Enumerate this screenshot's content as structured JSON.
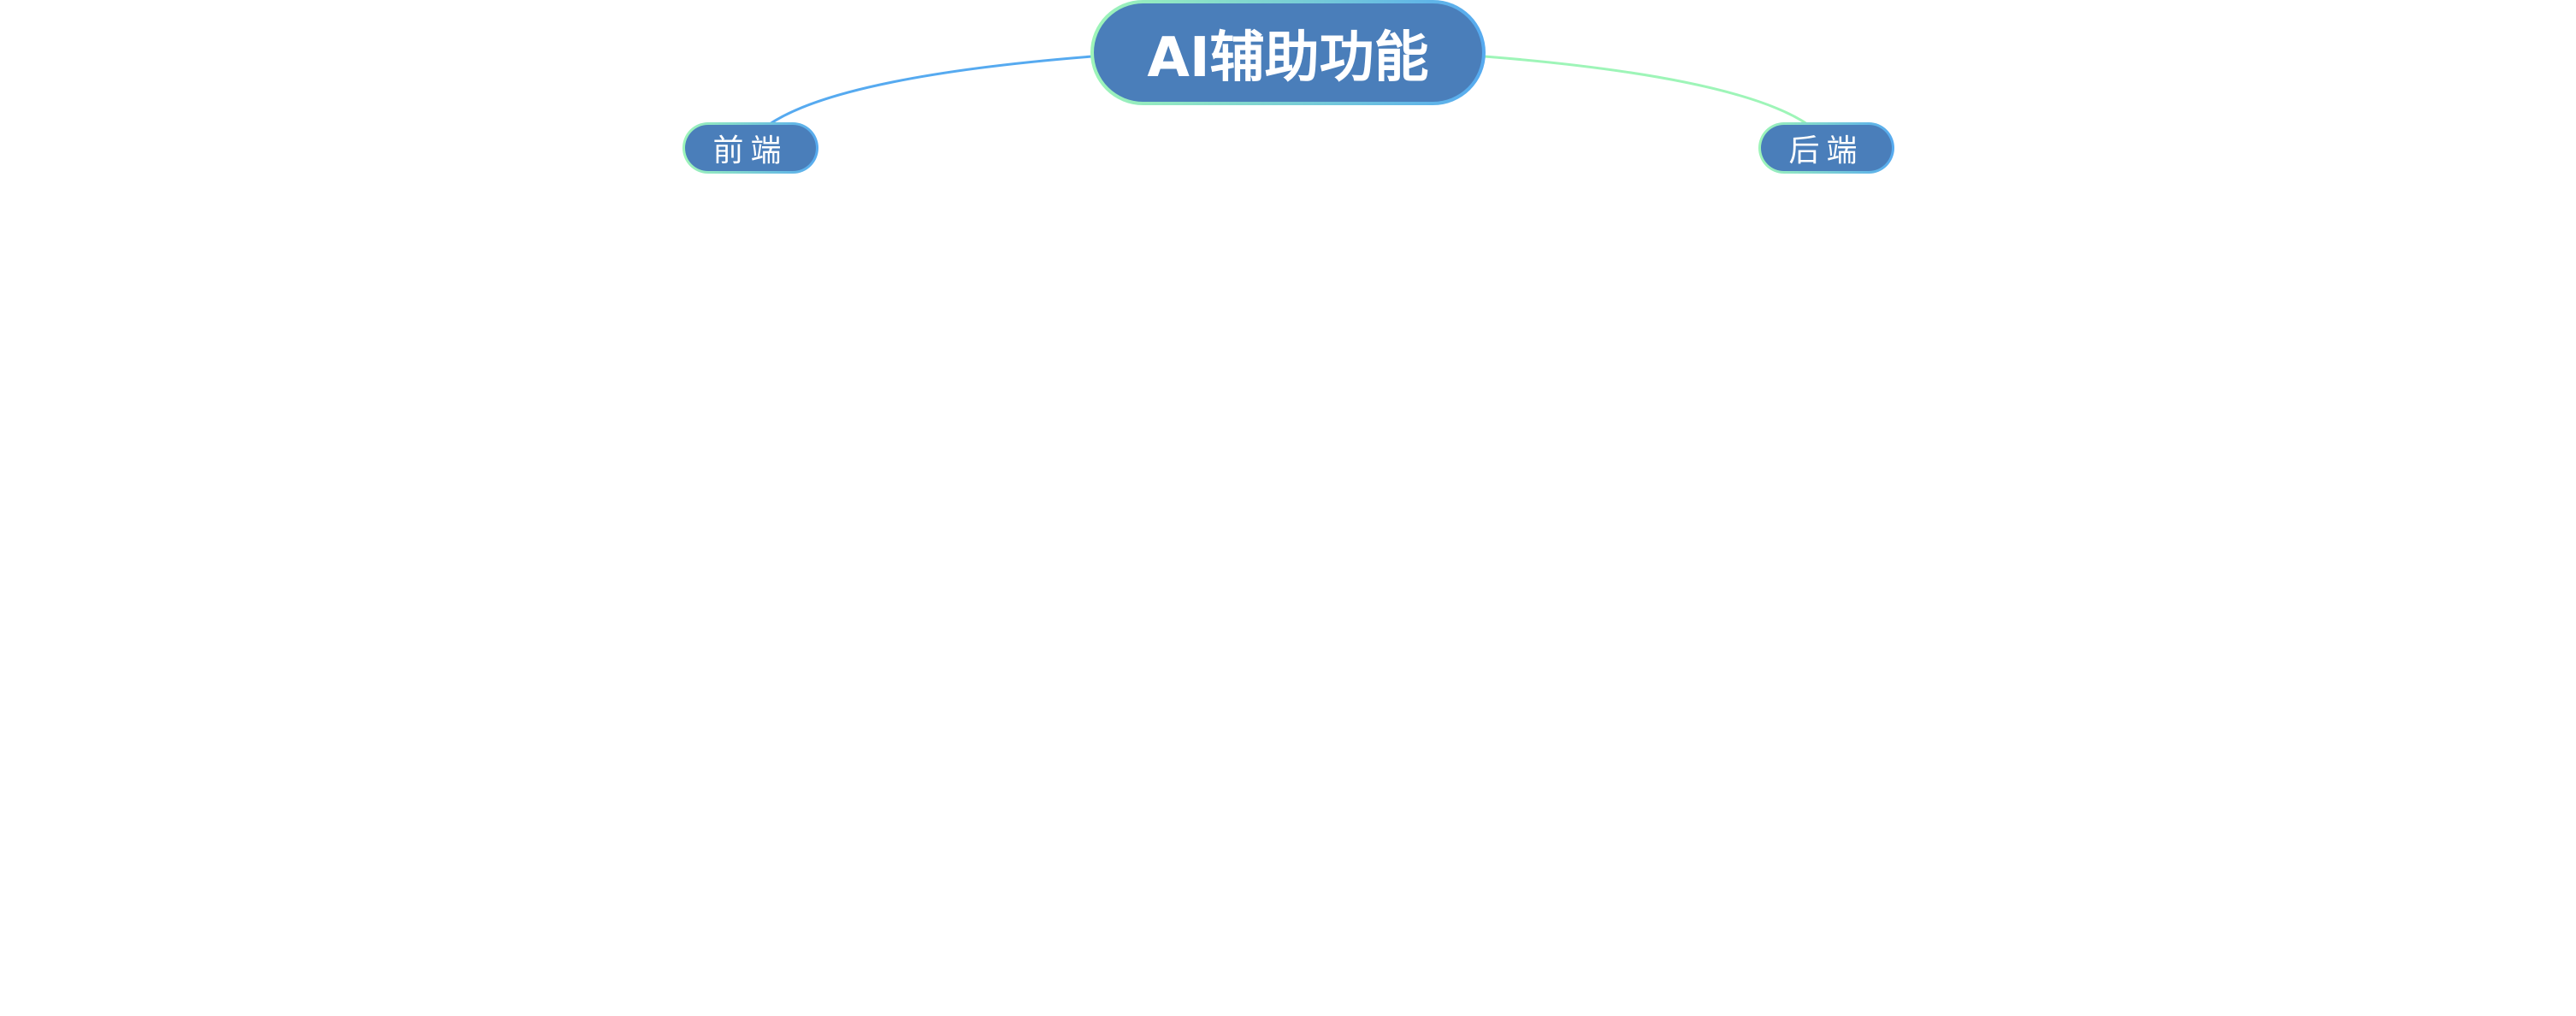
{
  "mindmap": {
    "root": {
      "label": "AI辅助功能"
    },
    "children": [
      {
        "label": "前端"
      },
      {
        "label": "后端"
      }
    ]
  },
  "colors": {
    "node_fill": "#4a7eba",
    "link_left": "#56aaf0",
    "link_right": "#9ef5b8"
  }
}
